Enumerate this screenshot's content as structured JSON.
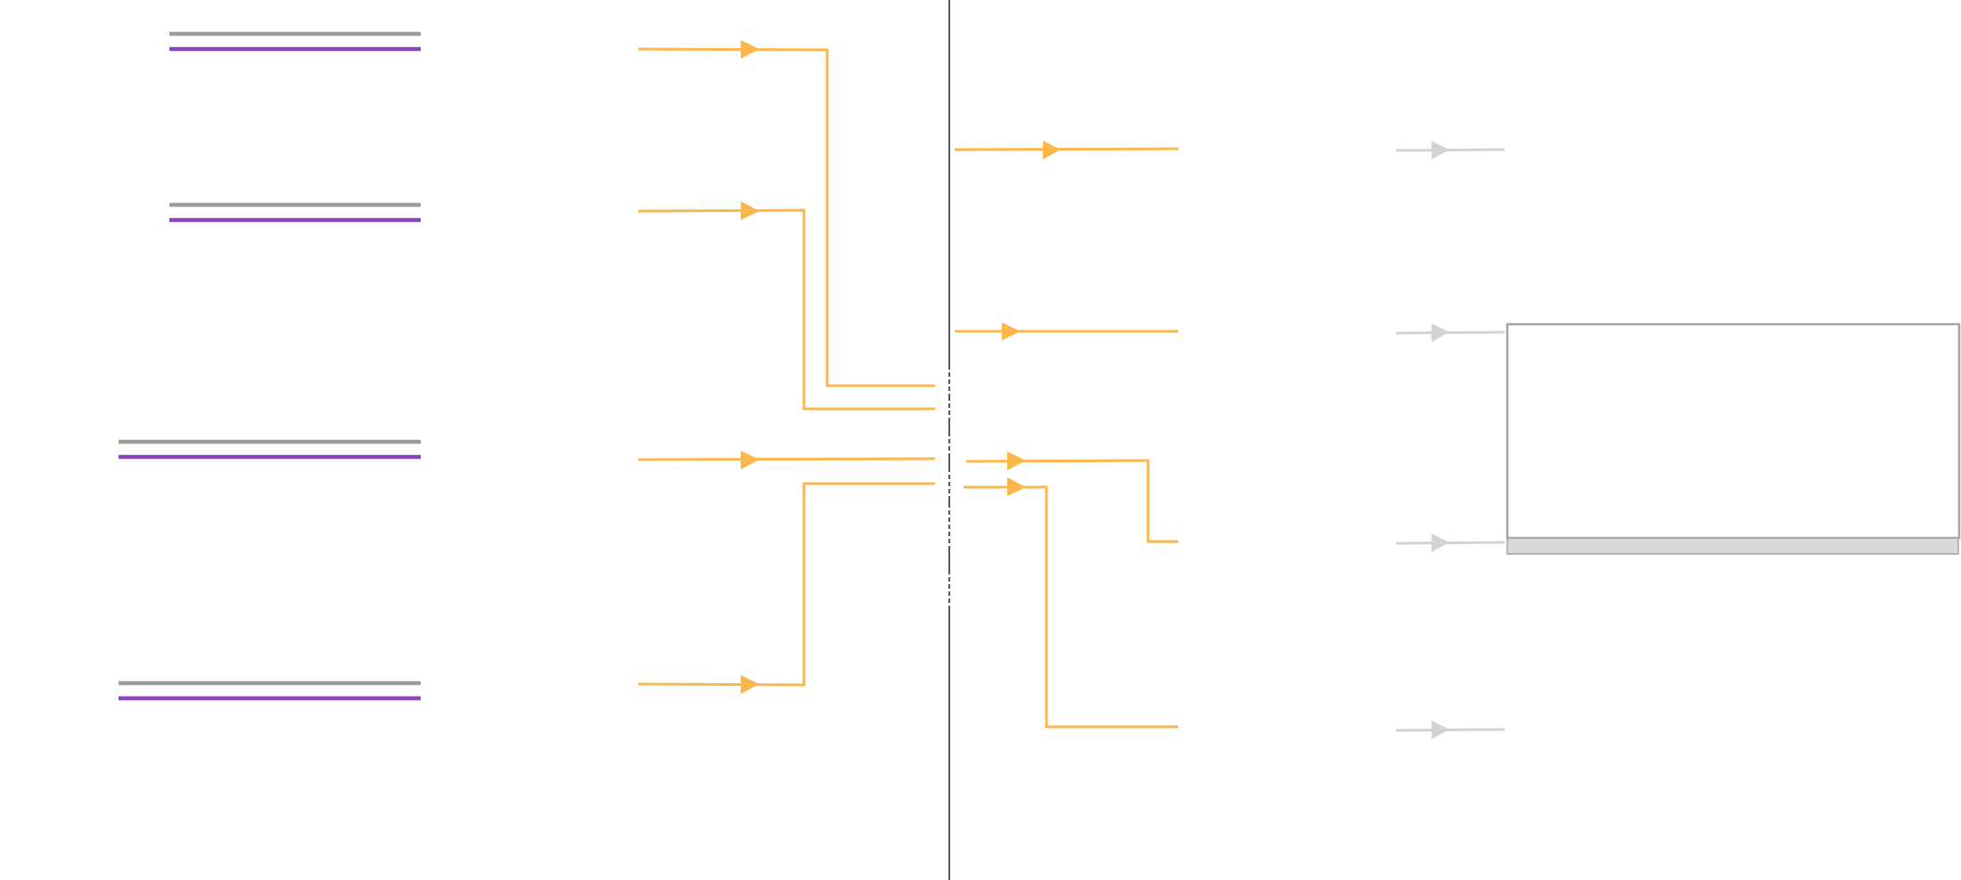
{
  "diagram": {
    "colors": {
      "background": "#ffffff",
      "source_grey": "#9b9b9b",
      "source_purple": "#8a44bf",
      "connector": "#fcb64a",
      "divider": "#555555",
      "target_connector": "#d3d3d3",
      "panel_border": "#a3a3a3",
      "panel_footer": "#d8d8d8"
    },
    "source_groups": [
      {
        "id": "group-1"
      },
      {
        "id": "group-2"
      },
      {
        "id": "group-3"
      },
      {
        "id": "group-4"
      }
    ],
    "left_connectors": [
      {
        "id": "conn-1"
      },
      {
        "id": "conn-2"
      },
      {
        "id": "conn-3"
      },
      {
        "id": "conn-4"
      }
    ],
    "right_connectors": [
      {
        "id": "rconn-1"
      },
      {
        "id": "rconn-2"
      },
      {
        "id": "rconn-3"
      },
      {
        "id": "rconn-4"
      }
    ],
    "target_arrows": [
      {
        "id": "tarrow-1"
      },
      {
        "id": "tarrow-2"
      },
      {
        "id": "tarrow-3"
      },
      {
        "id": "tarrow-4"
      }
    ],
    "detail_panel": {
      "footer": ""
    }
  }
}
